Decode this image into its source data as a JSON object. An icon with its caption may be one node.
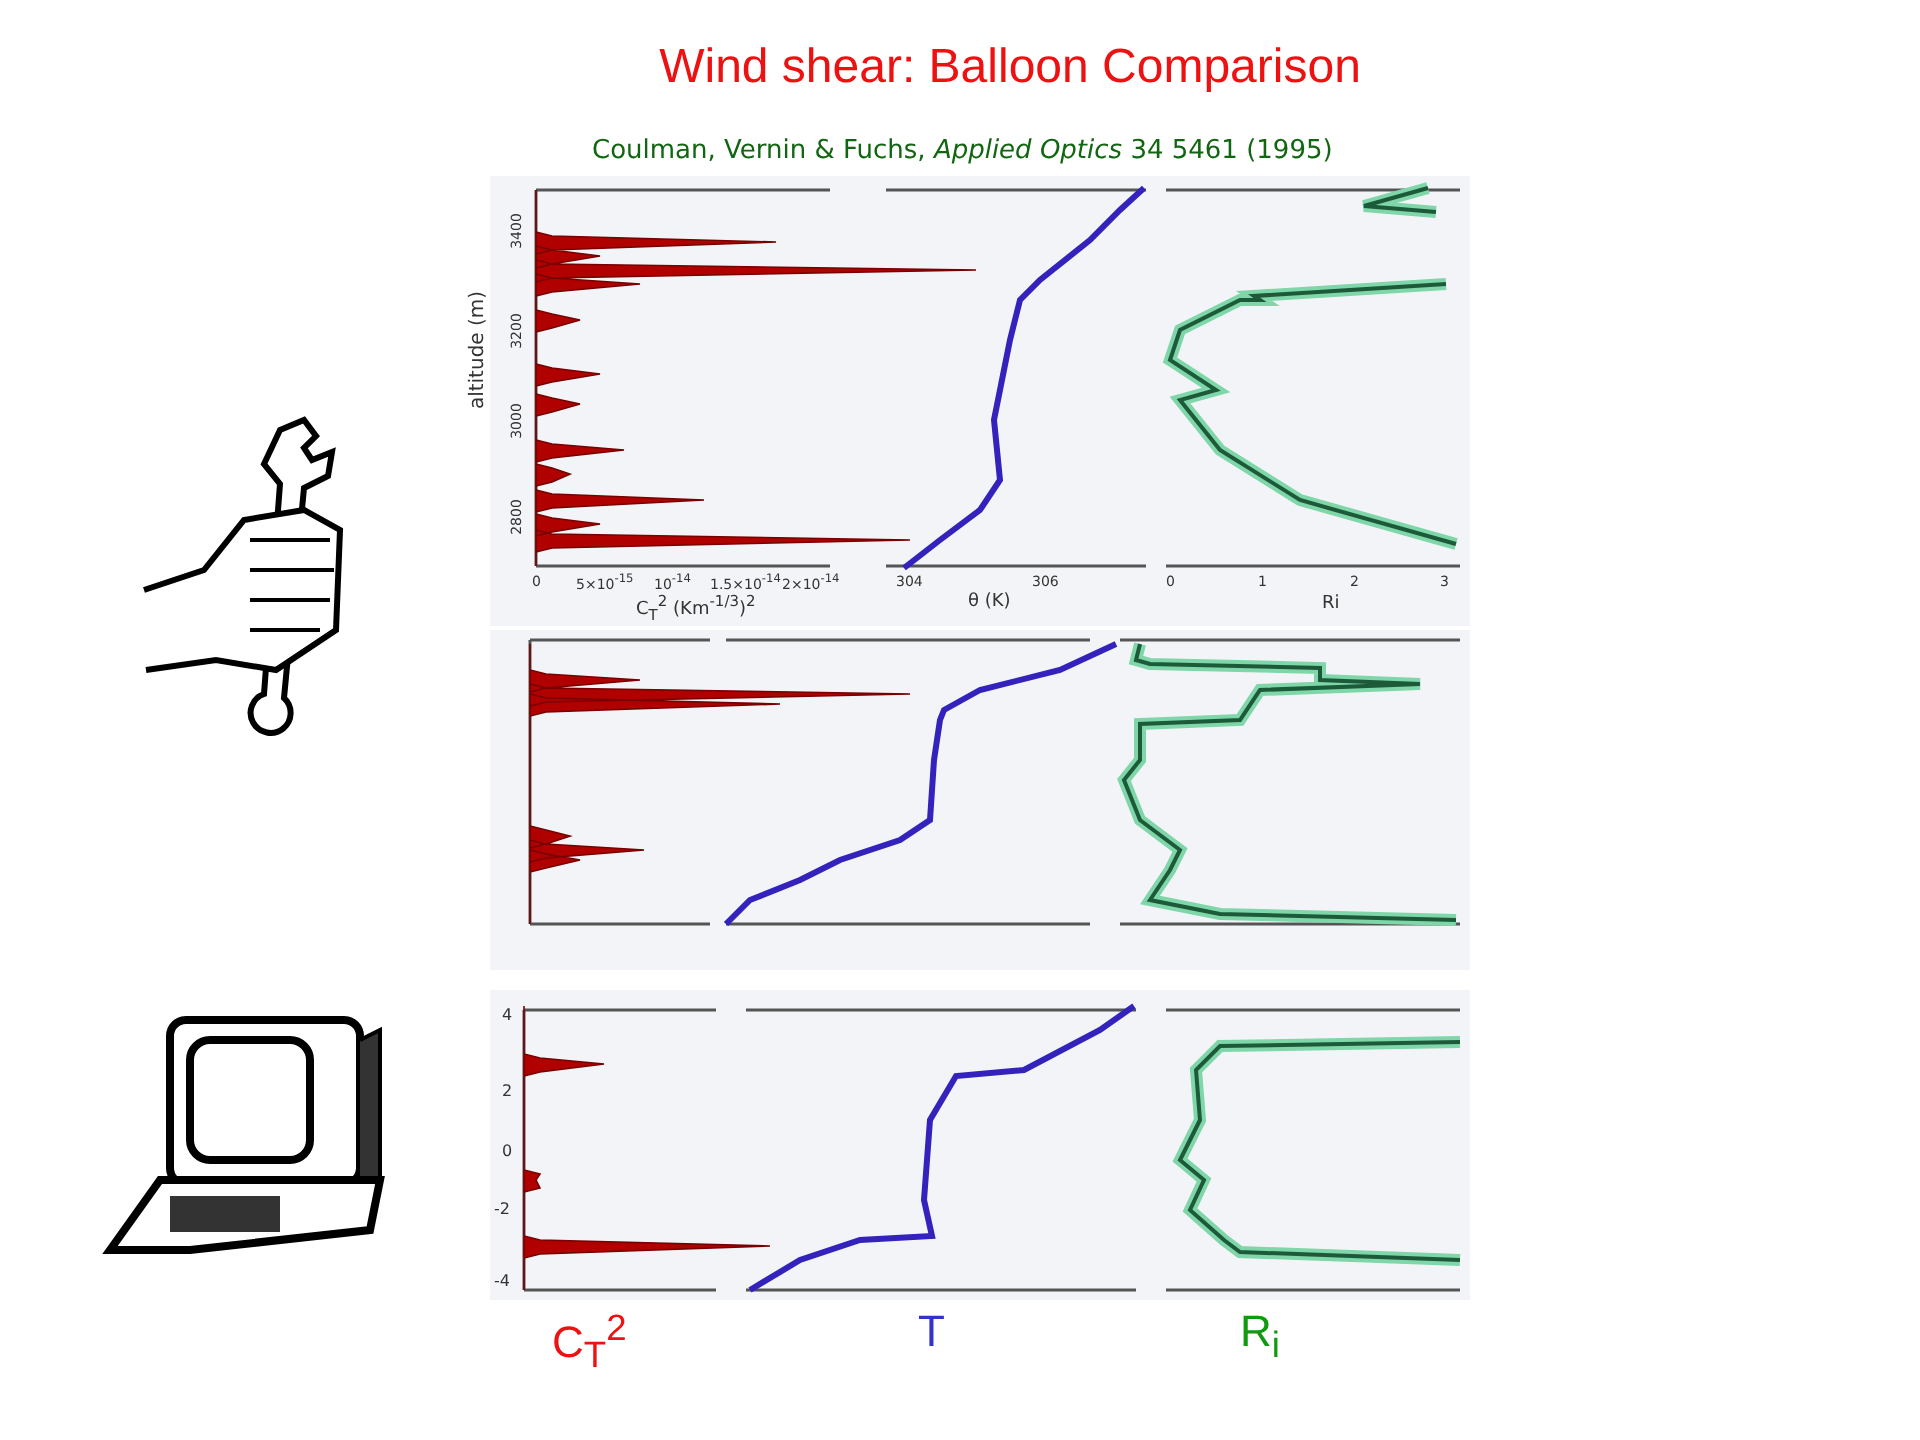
{
  "diagram": {
    "title": "Wind shear: Balloon Comparison",
    "labels": [
      "Coulman, Vernin & Fuchs, *Applied Optics* 34 5461 (1995)",
      "3400",
      "3200",
      "3000",
      "2800",
      "altitude (m)",
      "0",
      "5×10$^{-15}$",
      "10$^{-14}$",
      "1.5×10$^{-14}$",
      "2×10$^{-14}$",
      "C$_{T}$$^{2}$ (Km$^{-1/3}$)$^{2}$",
      "304",
      "306",
      "θ (K)",
      "0",
      "1",
      "2",
      "3",
      "Ri",
      "4",
      "2",
      "0",
      "-2",
      "-4",
      "C$_{T}$$^{2}$",
      "T",
      "R$_{i}$"
    ]
  }
}
